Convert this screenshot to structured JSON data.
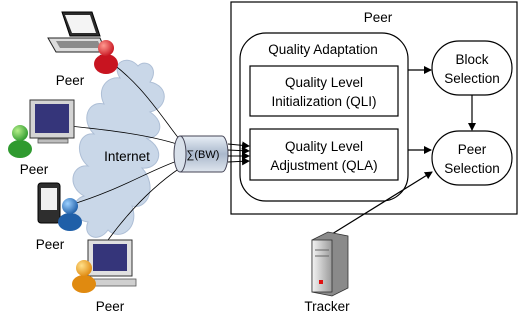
{
  "peer_box": {
    "title": "Peer"
  },
  "quality_adaptation": {
    "title": "Quality Adaptation"
  },
  "qli": {
    "line1": "Quality Level",
    "line2": "Initialization (QLI)"
  },
  "qla": {
    "line1": "Quality Level",
    "line2": "Adjustment (QLA)"
  },
  "block_selection": {
    "line1": "Block",
    "line2": "Selection"
  },
  "peer_selection": {
    "line1": "Peer",
    "line2": "Selection"
  },
  "cloud": {
    "label": "Internet"
  },
  "aggregator": {
    "label": "∑(BW)"
  },
  "tracker": {
    "label": "Tracker"
  },
  "peers": [
    {
      "label": "Peer",
      "device": "laptop-icon"
    },
    {
      "label": "Peer",
      "device": "desktop-icon"
    },
    {
      "label": "Peer",
      "device": "pda-icon"
    },
    {
      "label": "Peer",
      "device": "computer-icon"
    }
  ],
  "colors": {
    "cloud": "#c9d7e8",
    "avatar_red": "#d8202a",
    "avatar_green": "#3aa53a",
    "avatar_blue": "#2a6fb7",
    "avatar_orange": "#f0a020",
    "screen": "#35357a",
    "tracker_led": "#e01010"
  }
}
